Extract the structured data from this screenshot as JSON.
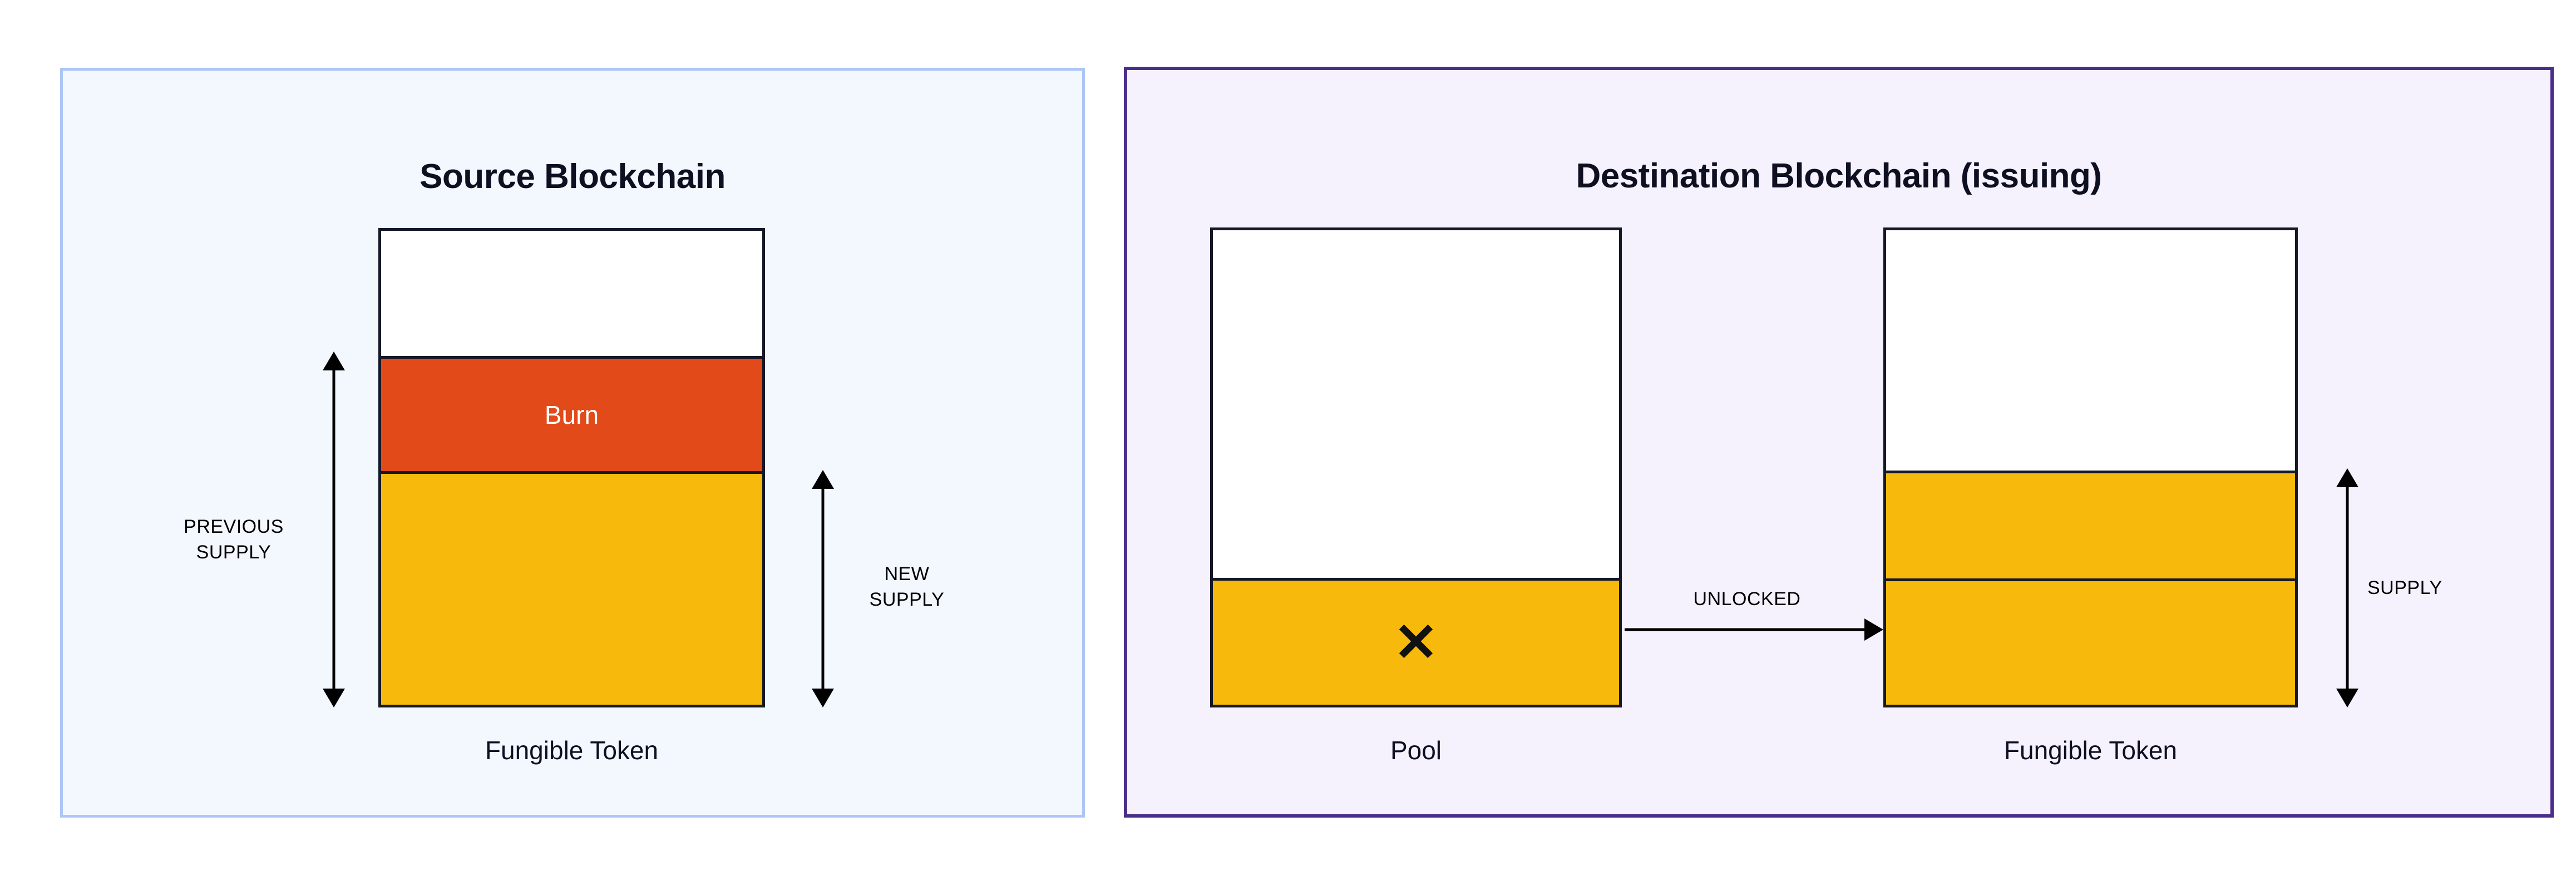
{
  "diagram": {
    "title_source": "Source Blockchain",
    "title_destination": "Destination Blockchain (issuing)",
    "colors": {
      "burn": "#E24A1A",
      "token_gold": "#F7B90B",
      "box_border": "#141829",
      "source_panel_border": "#AEC6F5",
      "source_panel_bg": "#F3F7FE",
      "destination_panel_border": "#4A2D8A",
      "destination_panel_bg": "#F5F2FD",
      "empty": "#FFFFFF"
    }
  },
  "source": {
    "panel_title": "Source Blockchain",
    "token": {
      "caption": "Fungible Token",
      "segments": [
        {
          "name": "empty",
          "label": "",
          "fill": "#FFFFFF"
        },
        {
          "name": "burn",
          "label": "Burn",
          "fill": "#E24A1A"
        },
        {
          "name": "remaining-supply",
          "label": "",
          "fill": "#F7B90B"
        }
      ]
    },
    "measures": [
      {
        "name": "previous-supply",
        "label_line1": "PREVIOUS",
        "label_line2": "SUPPLY"
      },
      {
        "name": "new-supply",
        "label_line1": "NEW",
        "label_line2": "SUPPLY"
      }
    ]
  },
  "destination": {
    "panel_title": "Destination Blockchain (issuing)",
    "pool": {
      "caption": "Pool",
      "mark": "✕",
      "segments": [
        {
          "name": "empty",
          "label": "",
          "fill": "#FFFFFF"
        },
        {
          "name": "pool-balance",
          "label": "",
          "fill": "#F7B90B"
        }
      ]
    },
    "token": {
      "caption": "Fungible Token",
      "segments": [
        {
          "name": "empty",
          "label": "",
          "fill": "#FFFFFF"
        },
        {
          "name": "minted-supply",
          "label": "",
          "fill": "#F7B90B"
        },
        {
          "name": "existing-supply",
          "label": "",
          "fill": "#F7B90B"
        }
      ]
    },
    "flow": {
      "name": "unlocked-flow",
      "label": "UNLOCKED"
    },
    "measures": [
      {
        "name": "supply",
        "label_line1": "SUPPLY",
        "label_line2": ""
      }
    ]
  }
}
